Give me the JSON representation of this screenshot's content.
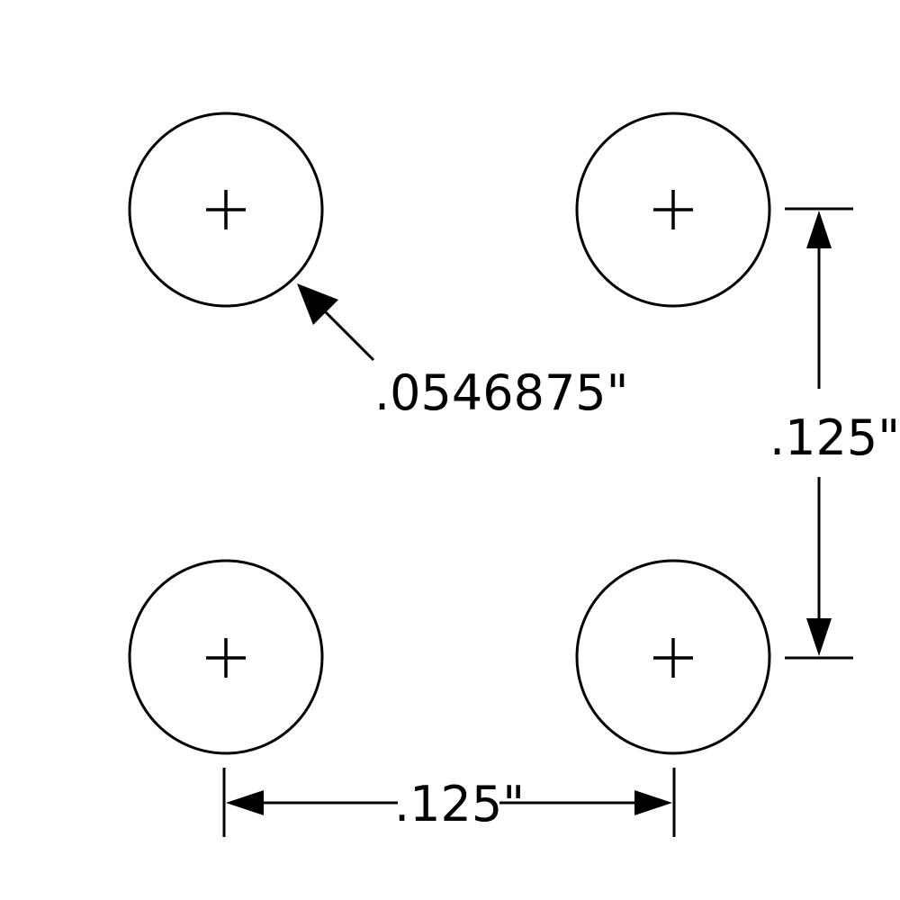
{
  "drawing": {
    "hole_pattern": {
      "rows": 2,
      "columns": 2,
      "center_mark": "+"
    },
    "dimensions": {
      "hole_diameter": {
        "label": ".0546875\""
      },
      "vertical_spacing": {
        "label": ".125\""
      },
      "horizontal_spacing": {
        "label": ".125\""
      }
    },
    "colors": {
      "line": "#000000",
      "background": "#ffffff"
    }
  }
}
